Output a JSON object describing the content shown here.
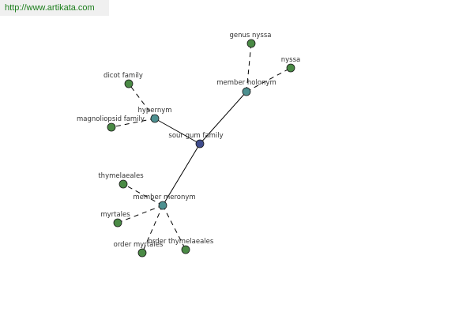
{
  "site": {
    "url": "http://www.artikata.com"
  },
  "colors": {
    "center": "#3f4c8c",
    "relation": "#4d9090",
    "leaf": "#4a8a45",
    "edge": "#000000",
    "url_text": "#1a7d1a"
  },
  "graph": {
    "nodes": [
      {
        "id": "center",
        "label": "sour gum family",
        "kind": "center"
      },
      {
        "id": "hypernym",
        "label": "hypernym",
        "kind": "relation"
      },
      {
        "id": "member-holonym",
        "label": "member holonym",
        "kind": "relation"
      },
      {
        "id": "member-meronym",
        "label": "member meronym",
        "kind": "relation"
      },
      {
        "id": "dicot-family",
        "label": "dicot family",
        "kind": "leaf"
      },
      {
        "id": "magnoliopsid-family",
        "label": "magnoliopsid family",
        "kind": "leaf"
      },
      {
        "id": "genus-nyssa",
        "label": "genus nyssa",
        "kind": "leaf"
      },
      {
        "id": "nyssa",
        "label": "nyssa",
        "kind": "leaf"
      },
      {
        "id": "thymelaeales",
        "label": "thymelaeales",
        "kind": "leaf"
      },
      {
        "id": "myrtales",
        "label": "myrtales",
        "kind": "leaf"
      },
      {
        "id": "order-myrtales",
        "label": "order myrtales",
        "kind": "leaf"
      },
      {
        "id": "order-thymelaeales",
        "label": "order thymelaeales",
        "kind": "leaf"
      }
    ],
    "edges": [
      {
        "from": "center",
        "to": "hypernym",
        "style": "solid"
      },
      {
        "from": "center",
        "to": "member-holonym",
        "style": "solid"
      },
      {
        "from": "center",
        "to": "member-meronym",
        "style": "solid"
      },
      {
        "from": "hypernym",
        "to": "dicot-family",
        "style": "dashed"
      },
      {
        "from": "hypernym",
        "to": "magnoliopsid-family",
        "style": "dashed"
      },
      {
        "from": "member-holonym",
        "to": "genus-nyssa",
        "style": "dashed"
      },
      {
        "from": "member-holonym",
        "to": "nyssa",
        "style": "dashed"
      },
      {
        "from": "member-meronym",
        "to": "thymelaeales",
        "style": "dashed"
      },
      {
        "from": "member-meronym",
        "to": "myrtales",
        "style": "dashed"
      },
      {
        "from": "member-meronym",
        "to": "order-myrtales",
        "style": "dashed"
      },
      {
        "from": "member-meronym",
        "to": "order-thymelaeales",
        "style": "dashed"
      }
    ]
  }
}
